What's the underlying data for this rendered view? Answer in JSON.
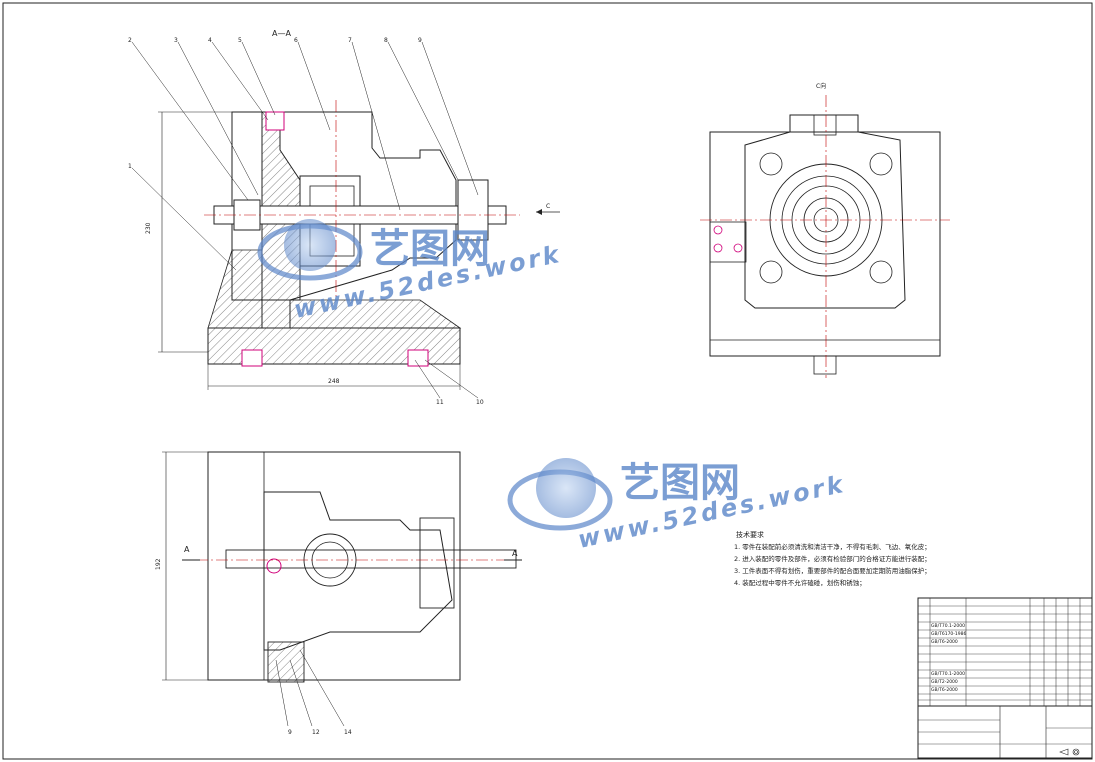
{
  "drawing": {
    "section_label": "A—A",
    "view_label_c": "C向",
    "arrow_label_c": "C",
    "section_mark_left": "A",
    "section_mark_right": "A",
    "dimensions": {
      "front_height": "230",
      "front_width": "248",
      "top_height": "192"
    },
    "callouts_front": [
      "2",
      "3",
      "4",
      "5",
      "6",
      "7",
      "8",
      "9",
      "1",
      "11",
      "10"
    ],
    "callouts_bottom": [
      "9",
      "12",
      "14"
    ]
  },
  "tech_requirements": {
    "title": "技术要求",
    "items": [
      "1. 零件在装配前必须清洗和清洁干净，不得有毛刺、飞边、氧化皮；",
      "2. 进入装配的零件及部件，必须有检验部门的合格证方能进行装配；",
      "3. 工件表面不得有划伤，重要部件的配合面要加定期防用油脂保护；",
      "4. 装配过程中零件不允许磕碰，划伤和锈蚀；"
    ]
  },
  "title_block": {
    "std_parts": [
      "GB/T70.1-2000",
      "GB/T6170-1986",
      "GB/T6-2000",
      "GB/T70.1-2000",
      "GB/T2-2000",
      "GB/T6-2000"
    ]
  },
  "watermark": {
    "cn": "艺图网",
    "url": "www.52des.work"
  },
  "colors": {
    "line": "#1a1a1a",
    "center": "#c00000",
    "bolt": "#d0007a",
    "watermark": "#5b86c9"
  }
}
